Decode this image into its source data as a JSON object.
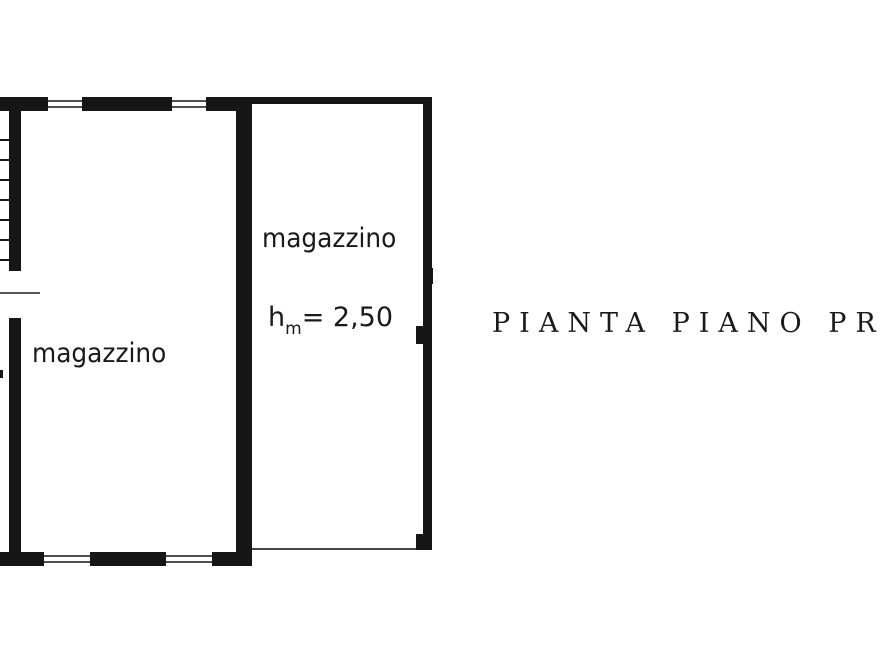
{
  "rooms": {
    "left": "magazzino",
    "right": "magazzino"
  },
  "height": {
    "prefix": "h",
    "subscript": "m",
    "value": "= 2,50"
  },
  "title": "PIANTA PIANO PR",
  "colors": {
    "wall": "#161616",
    "line": "#333333",
    "paper": "#ffffff"
  }
}
